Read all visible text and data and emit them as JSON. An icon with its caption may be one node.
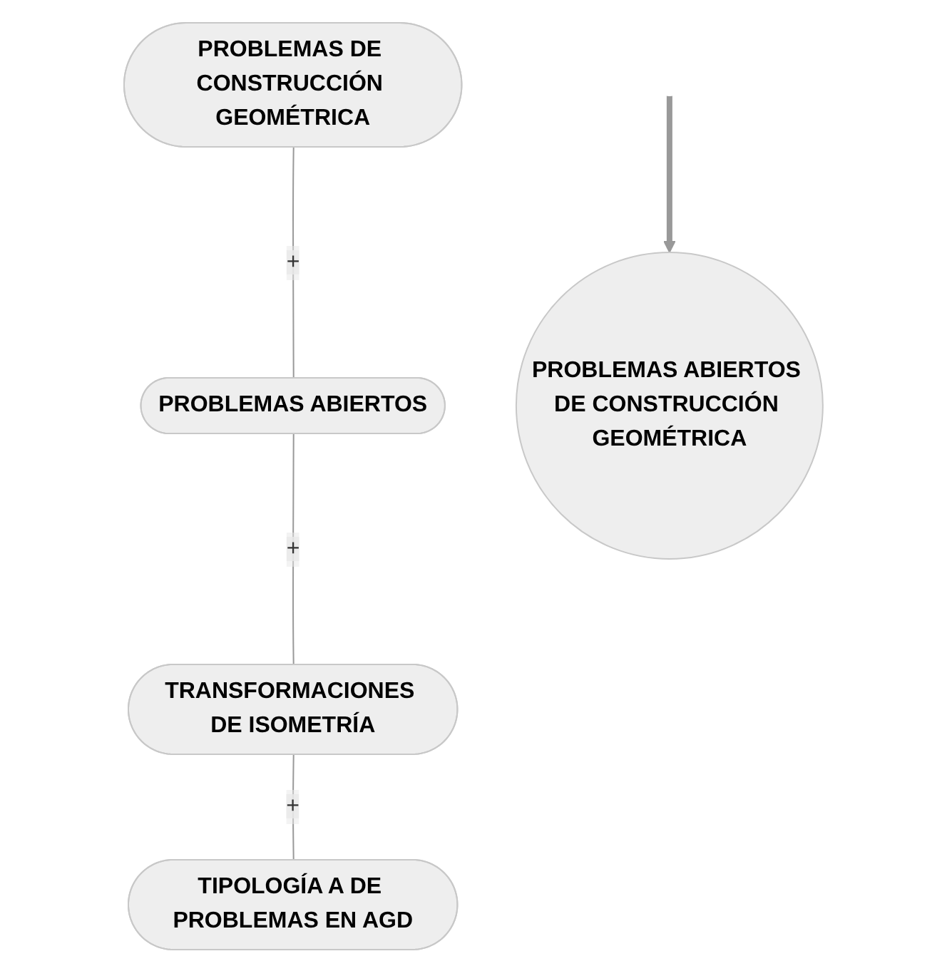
{
  "diagram": {
    "nodes": [
      {
        "text": [
          "PROBLEMAS DE CONSTRUCCIÓN GEOMÉTRICA"
        ]
      },
      {
        "text": [
          "PROBLEMAS ABIERTOS"
        ]
      },
      {
        "text": [
          "TRANSFORMACIONES DE ISOMETRÍA"
        ]
      },
      {
        "text": [
          "TIPOLOGÍA A DE PROBLEMAS EN AGD"
        ]
      },
      {
        "text": [
          "PROBLEMAS ABIERTOS DE CONSTRUCCIÓN GEOMÉTRICA"
        ]
      }
    ],
    "edges": [
      {
        "from": 0,
        "to": 1,
        "arrow": "none",
        "label": "+"
      },
      {
        "from": 1,
        "to": 2,
        "arrow": "none",
        "label": "+"
      },
      {
        "from": 2,
        "to": 3,
        "arrow": "none",
        "label": "+"
      },
      {
        "from": null,
        "to": 4,
        "arrow": "to",
        "style": "thick"
      }
    ]
  }
}
